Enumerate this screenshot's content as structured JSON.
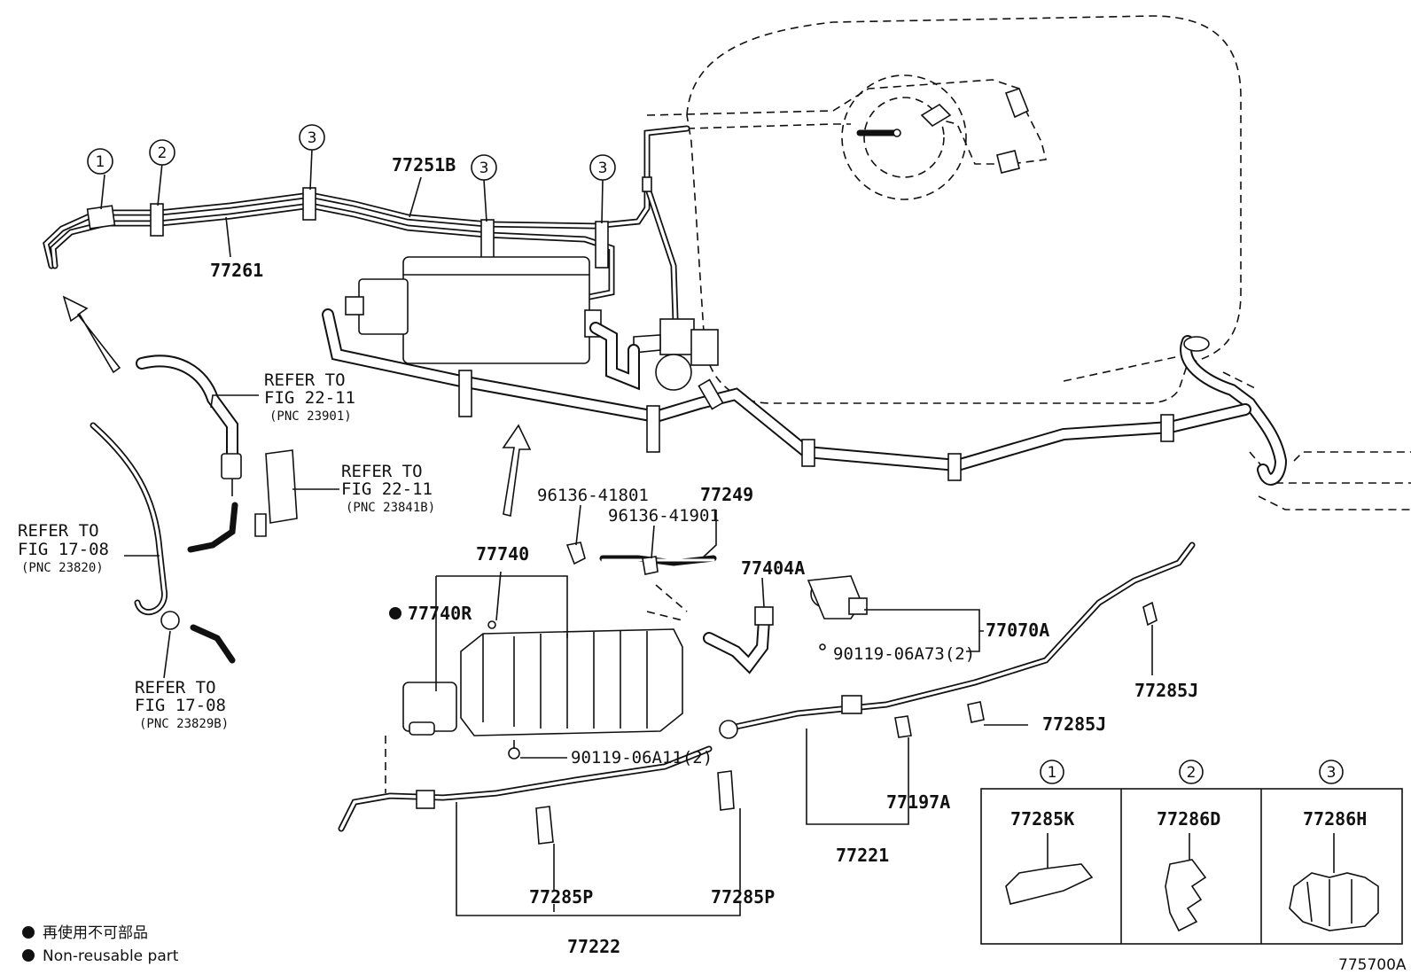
{
  "diagram_id": "775700A",
  "callouts": {
    "c1": "1",
    "c2": "2",
    "c3": "3"
  },
  "labels": {
    "p77251B": "77251B",
    "p77261": "77261",
    "p77740": "77740",
    "p77740R": "77740R",
    "p96136_41801": "96136-41801",
    "p96136_41901": "96136-41901",
    "p77249": "77249",
    "p77404A": "77404A",
    "p77070A": "77070A",
    "p90119_06A73": "90119-06A73(2)",
    "p77285J_a": "77285J",
    "p77285J_b": "77285J",
    "p90119_06A11": "90119-06A11(2)",
    "p77197A": "77197A",
    "p77221": "77221",
    "p77285P_a": "77285P",
    "p77285P_b": "77285P",
    "p77222": "77222"
  },
  "refs": {
    "r1_line1": "REFER TO",
    "r1_line2": "FIG 22-11",
    "r1_line3": "(PNC 23901)",
    "r2_line1": "REFER TO",
    "r2_line2": "FIG 22-11",
    "r2_line3": "(PNC 23841B)",
    "r3_line1": "REFER TO",
    "r3_line2": "FIG 17-08",
    "r3_line3": "(PNC 23820)",
    "r4_line1": "REFER TO",
    "r4_line2": "FIG 17-08",
    "r4_line3": "(PNC 23829B)"
  },
  "legend_box": {
    "col1_num": "1",
    "col2_num": "2",
    "col3_num": "3",
    "col1_part": "77285K",
    "col2_part": "77286D",
    "col3_part": "77286H"
  },
  "legend": {
    "line_jp": "再使用不可部品",
    "line_en": "Non-reusable part"
  }
}
